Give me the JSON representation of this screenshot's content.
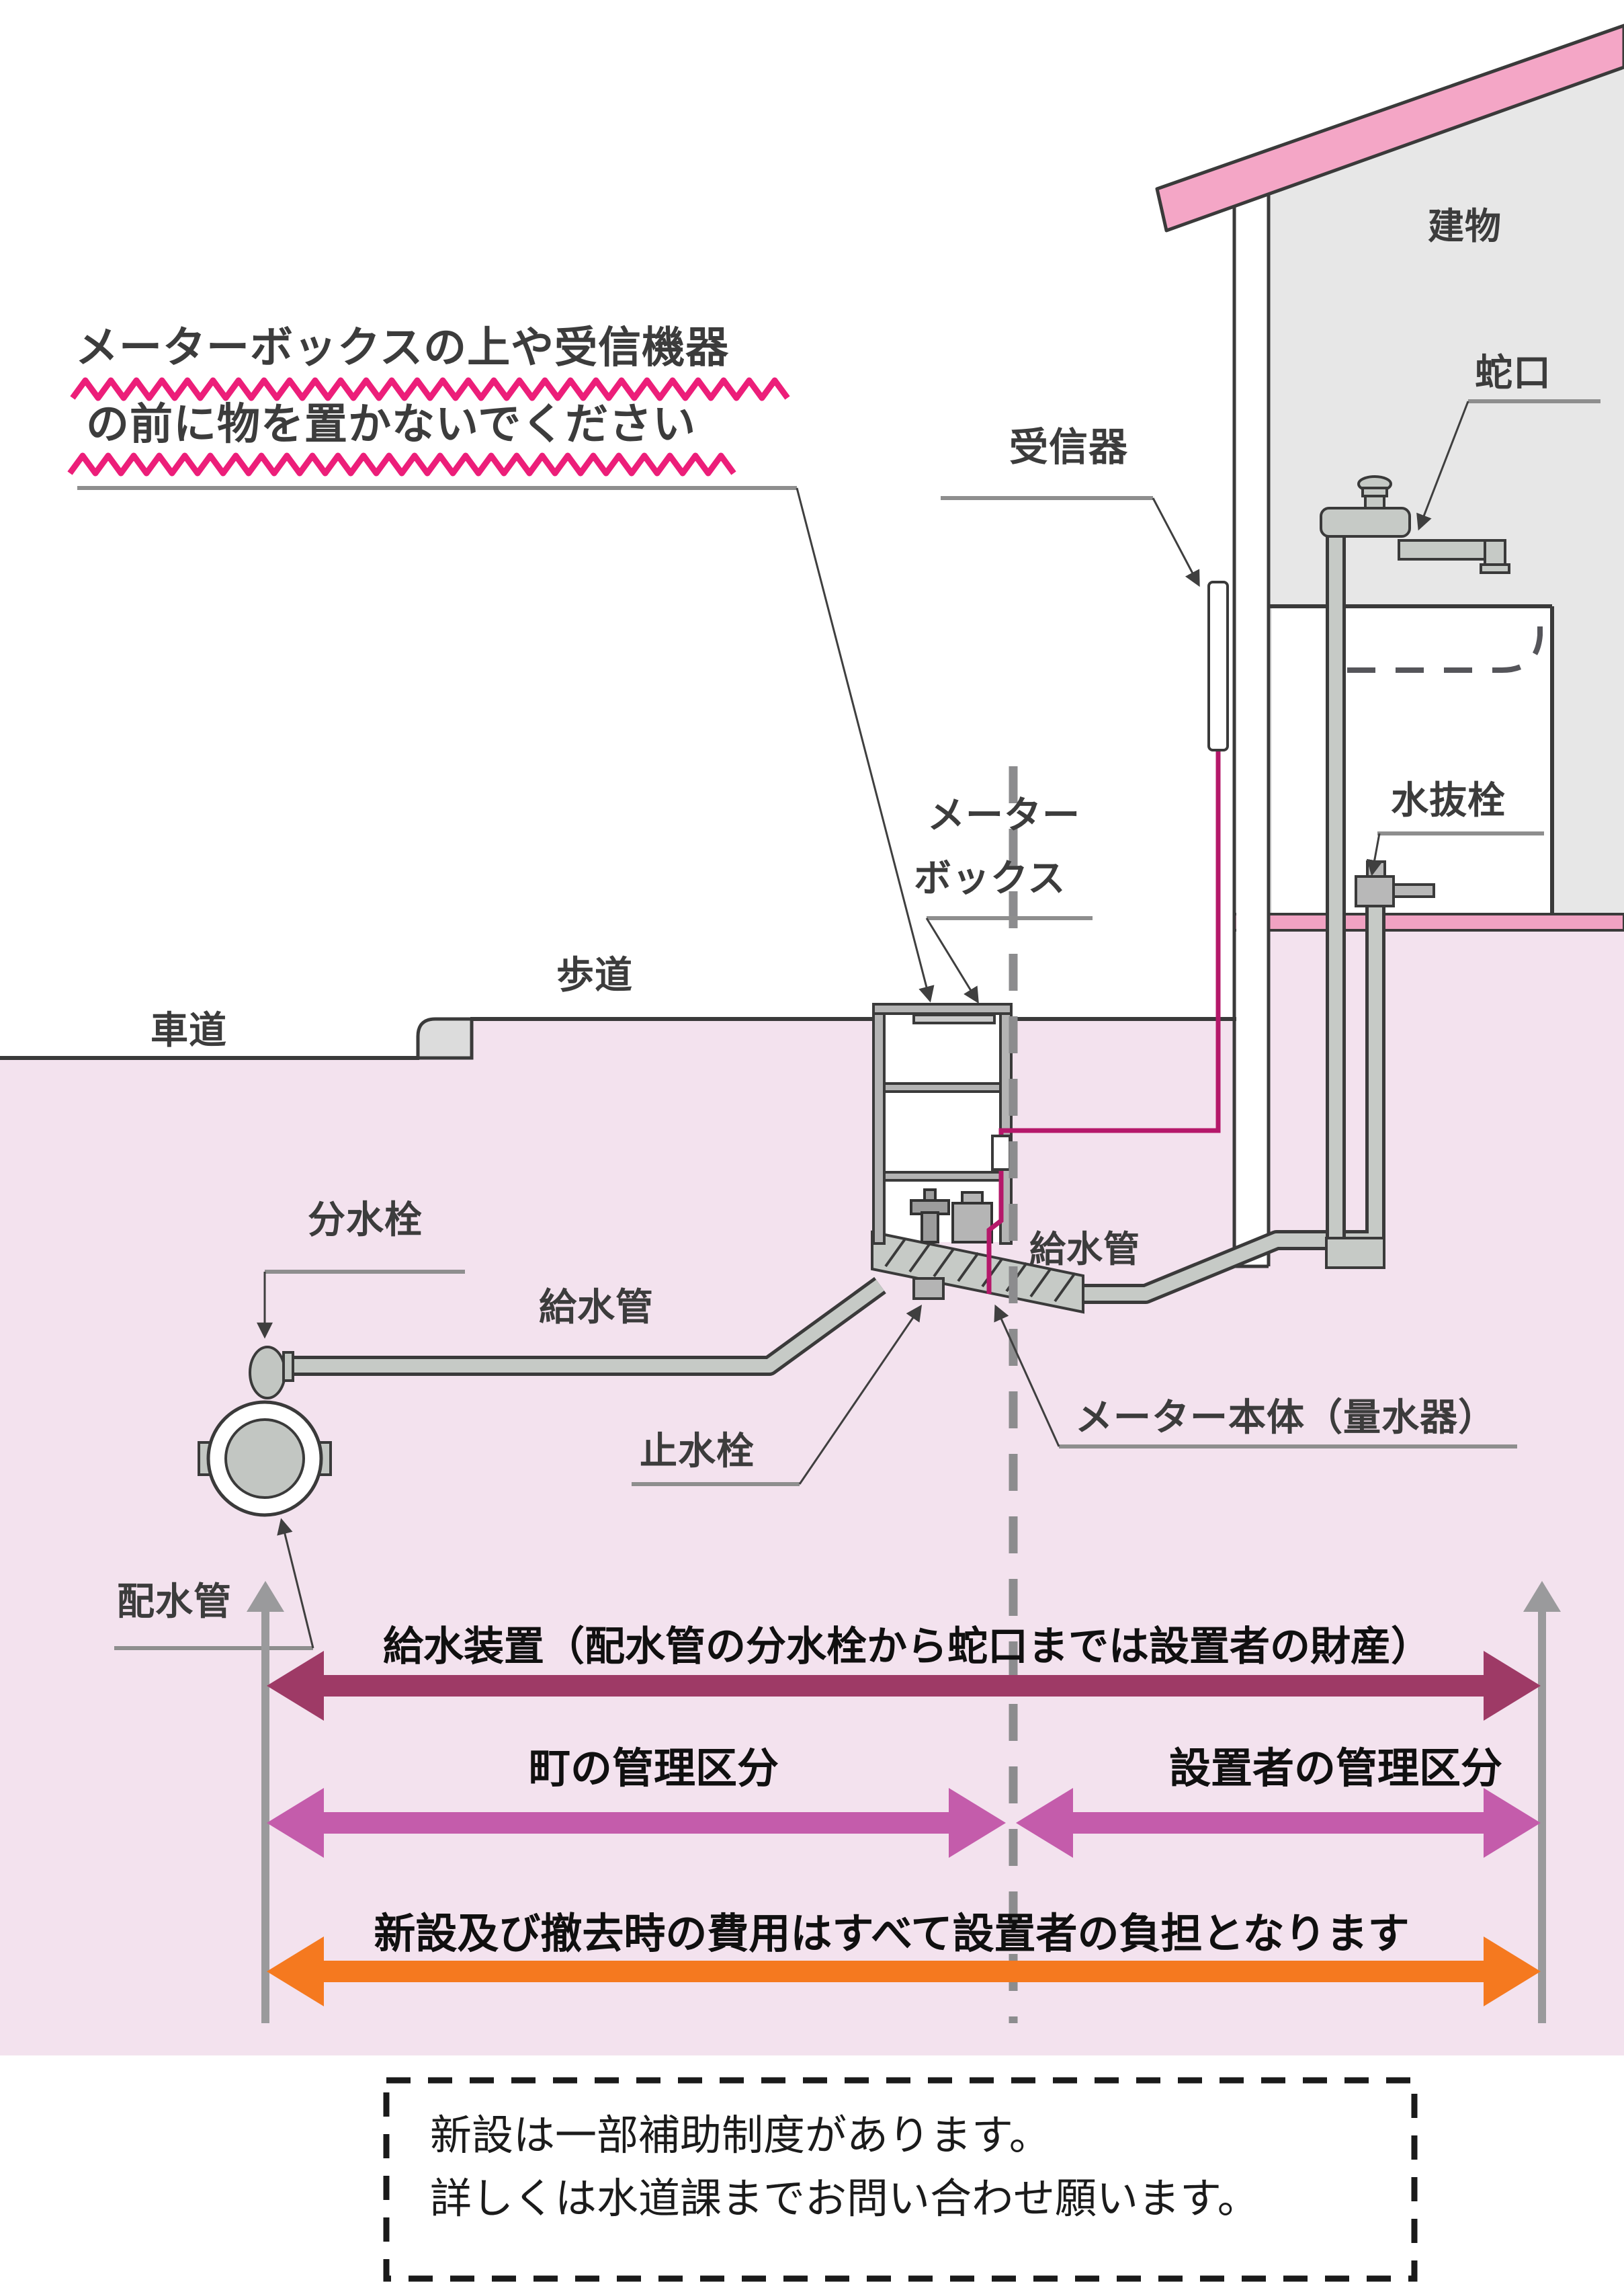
{
  "diagram": {
    "warning": {
      "line1": "メーターボックスの上や受信機器",
      "line2": "の前に物を置かないでください"
    },
    "labels": {
      "building": "建物",
      "faucet": "蛇口",
      "receiver": "受信器",
      "drain_valve": "水抜栓",
      "meter_box_line1": "メーター",
      "meter_box_line2": "ボックス",
      "sidewalk": "歩道",
      "roadway": "車道",
      "branch_valve": "分水栓",
      "supply_pipe_left": "給水管",
      "supply_pipe_right": "給水管",
      "distribution_pipe": "配水管",
      "stop_valve": "止水栓",
      "meter_body": "メーター本体（量水器）"
    },
    "zones": {
      "property_span": "給水装置（配水管の分水栓から蛇口までは設置者の財産）",
      "town_section": "町の管理区分",
      "owner_section": "設置者の管理区分",
      "cost_note": "新設及び撤去時の費用はすべて設置者の負担となります"
    },
    "notice": {
      "line1": "新設は一部補助制度があります。",
      "line2": "詳しくは水道課までお問い合わせ願います。"
    },
    "colors": {
      "ground_pink": "#f3e2ee",
      "slab_pink": "#f0a2c2",
      "roof_pink": "#f4a6c6",
      "building_gray": "#e7e7e7",
      "pipe_gray": "#c6cac6",
      "outline": "#3a3a3a",
      "wavy_pink": "#ec1e79",
      "cable_magenta": "#b5186a",
      "boundary_gray": "#8c8c8e",
      "arrow_maroon": "#9e3a66",
      "arrow_orchid": "#c45cab",
      "arrow_orange": "#f5791f",
      "guide_gray": "#9a9a9c"
    }
  }
}
